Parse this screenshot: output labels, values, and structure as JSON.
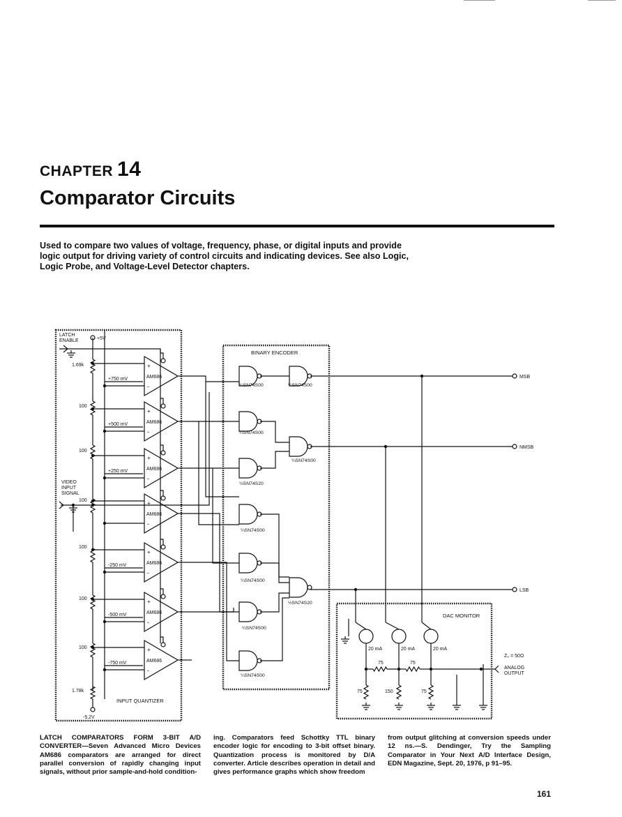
{
  "chapter": {
    "label": "CHAPTER",
    "number": "14",
    "title": "Comparator Circuits"
  },
  "intro": "Used to compare two values of voltage, frequency, phase, or digital inputs and provide logic output for driving variety of control circuits and indicating devices. See also Logic, Logic Probe, and Voltage-Level Detector chapters.",
  "schematic": {
    "latch_enable": [
      "LATCH",
      "ENABLE"
    ],
    "plus5": "+5V",
    "minus52": "-5.2V",
    "video_input": [
      "VIDEO",
      "INPUT",
      "SIGNAL"
    ],
    "resistors": [
      "1.69k",
      "100",
      "100",
      "100",
      "100",
      "100",
      "100",
      "1.78k"
    ],
    "refs": [
      "+750 mV",
      "+500 mV",
      "+250 mV",
      "-250 mV",
      "-500 mV",
      "-750 mV"
    ],
    "comparator": "AM686",
    "input_quantizer": "INPUT QUANTIZER",
    "binary_encoder": "BINARY ENCODER",
    "gates": [
      "¼SN74S00",
      "¼SN74S00",
      "¼SN74S00",
      "½SN74S20",
      "¼SN74S00",
      "¼SN74S00",
      "¼SN74S00",
      "½SN74S20",
      "¼SN74S00",
      "¼SN74S00"
    ],
    "outputs": {
      "msb": "MSB",
      "nmsb": "NMSB",
      "lsb": "LSB"
    },
    "dac_monitor": "DAC MONITOR",
    "currents": [
      "20 mA",
      "20 mA",
      "20 mA"
    ],
    "dac_resistors": [
      "75",
      "75",
      "75",
      "150",
      "75"
    ],
    "z0": "Z₀ = 50Ω",
    "analog_output": [
      "ANALOG",
      "OUTPUT"
    ]
  },
  "caption": {
    "col1": "LATCH COMPARATORS FORM 3-BIT A/D CONVERTER—Seven Advanced Micro Devices AM686 comparators are arranged for direct parallel conversion of rapidly changing input signals, without prior sample-and-hold condition-",
    "col2": "ing. Comparators feed Schottky TTL binary encoder logic for encoding to 3-bit offset binary. Quantization process is monitored by D/A converter. Article describes operation in detail and gives performance graphs which show freedom",
    "col3": "from output glitching at conversion speeds under 12 ns.—S. Dendinger, Try the Sampling Comparator in Your Next A/D Interface Design, EDN Magazine, Sept. 20, 1976, p 91–95."
  },
  "page_number": "161"
}
